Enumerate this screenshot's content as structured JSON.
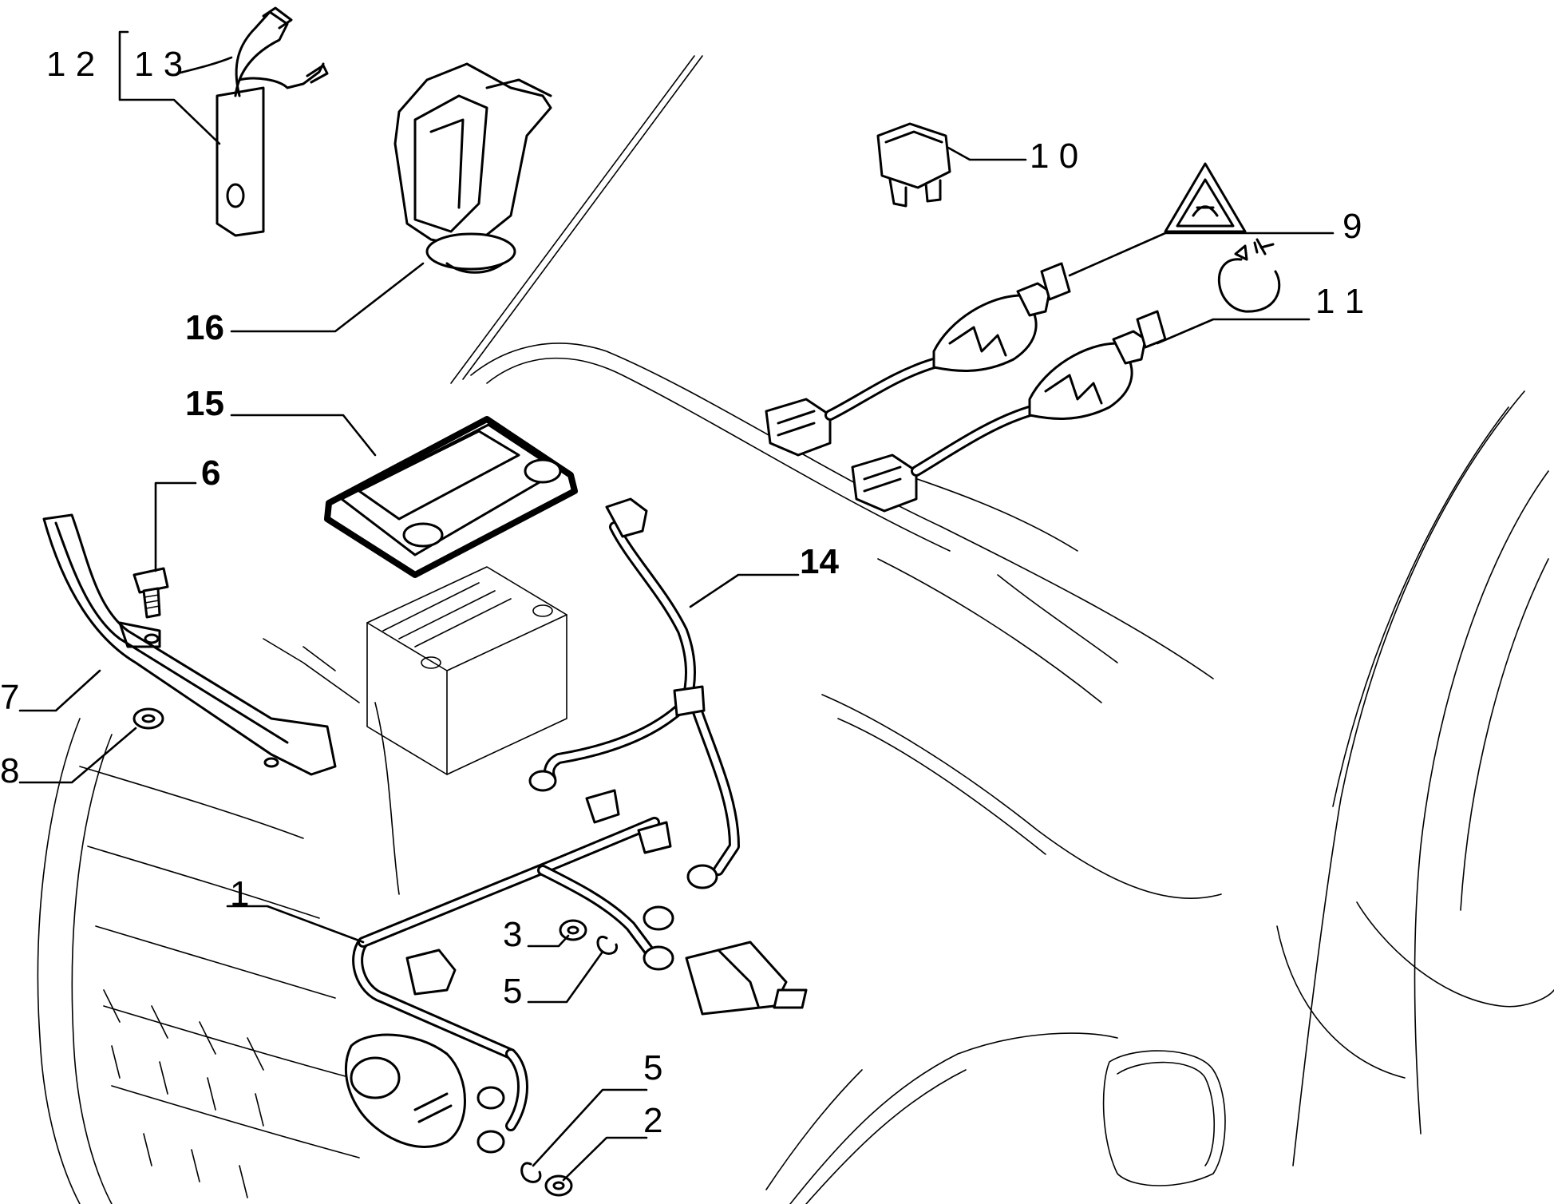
{
  "diagram": {
    "callouts": [
      {
        "id": "1",
        "text": "1"
      },
      {
        "id": "2",
        "text": "2"
      },
      {
        "id": "3",
        "text": "3"
      },
      {
        "id": "5a",
        "text": "5"
      },
      {
        "id": "5b",
        "text": "5"
      },
      {
        "id": "6",
        "text": "6"
      },
      {
        "id": "7",
        "text": "7"
      },
      {
        "id": "8",
        "text": "8"
      },
      {
        "id": "9",
        "text": "9"
      },
      {
        "id": "10",
        "text": "1 0"
      },
      {
        "id": "11",
        "text": "1 1"
      },
      {
        "id": "12",
        "text": "1 2"
      },
      {
        "id": "13",
        "text": "1 3"
      },
      {
        "id": "14",
        "text": "14"
      },
      {
        "id": "15",
        "text": "15"
      },
      {
        "id": "16",
        "text": "16"
      }
    ],
    "symbols": {
      "warning": "warning-triangle-icon",
      "fan_cycle": "fan-rotation-icon"
    }
  }
}
